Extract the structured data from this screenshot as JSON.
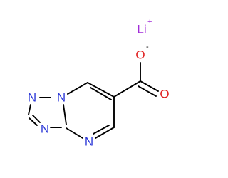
{
  "molecule": {
    "atoms": {
      "n_top_left": "N",
      "n_bridge": "N",
      "n_bottom_left": "N",
      "n_pyrimidine": "N",
      "o_carbonyl": "O",
      "o_anion": "O"
    },
    "counterion": {
      "symbol": "Li",
      "charge": "+"
    },
    "anion_charge": "-"
  },
  "colors": {
    "nitrogen": "#2f3bd8",
    "oxygen": "#e02020",
    "carbon_bond": "#000000",
    "lithium": "#a12bd8"
  }
}
